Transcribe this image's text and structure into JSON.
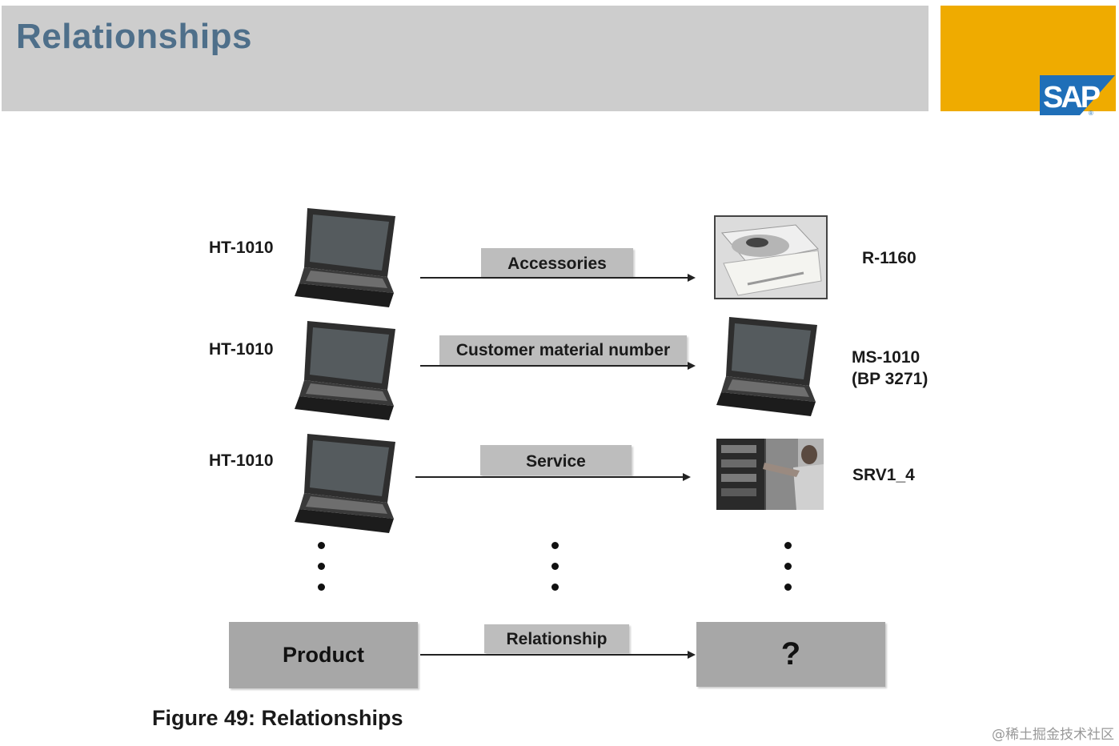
{
  "header": {
    "title": "Relationships",
    "logo_text": "SAP"
  },
  "rows": [
    {
      "left_label": "HT-1010",
      "relationship": "Accessories",
      "right_label_lines": [
        "R-1160"
      ]
    },
    {
      "left_label": "HT-1010",
      "relationship": "Customer material number",
      "right_label_lines": [
        "MS-1010",
        "(BP 3271)"
      ]
    },
    {
      "left_label": "HT-1010",
      "relationship": "Service",
      "right_label_lines": [
        "SRV1_4"
      ]
    }
  ],
  "summary": {
    "product": "Product",
    "relationship": "Relationship",
    "target": "?"
  },
  "caption": "Figure 49: Relationships",
  "watermark": "@稀土掘金技术社区",
  "colors": {
    "header_bg": "#cdcdcd",
    "title": "#4e6f8a",
    "logo_bg": "#efab00",
    "label_bg": "#bdbdbd",
    "box_bg": "#a7a7a7"
  }
}
